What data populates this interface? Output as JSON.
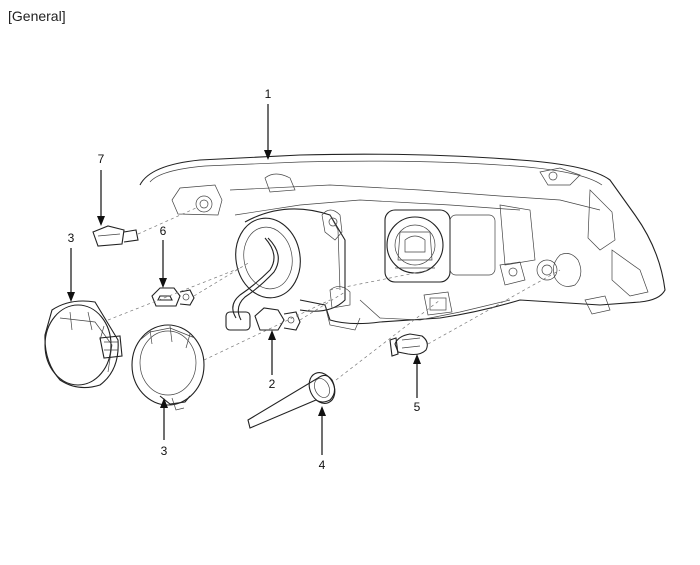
{
  "header": {
    "label": "[General]"
  },
  "callouts": [
    {
      "id": "callout-1",
      "text": "1"
    },
    {
      "id": "callout-2",
      "text": "2"
    },
    {
      "id": "callout-3a",
      "text": "3"
    },
    {
      "id": "callout-3b",
      "text": "3"
    },
    {
      "id": "callout-4",
      "text": "4"
    },
    {
      "id": "callout-5",
      "text": "5"
    },
    {
      "id": "callout-6",
      "text": "6"
    },
    {
      "id": "callout-7",
      "text": "7"
    }
  ],
  "colors": {
    "line": "#222222",
    "background": "#ffffff"
  }
}
